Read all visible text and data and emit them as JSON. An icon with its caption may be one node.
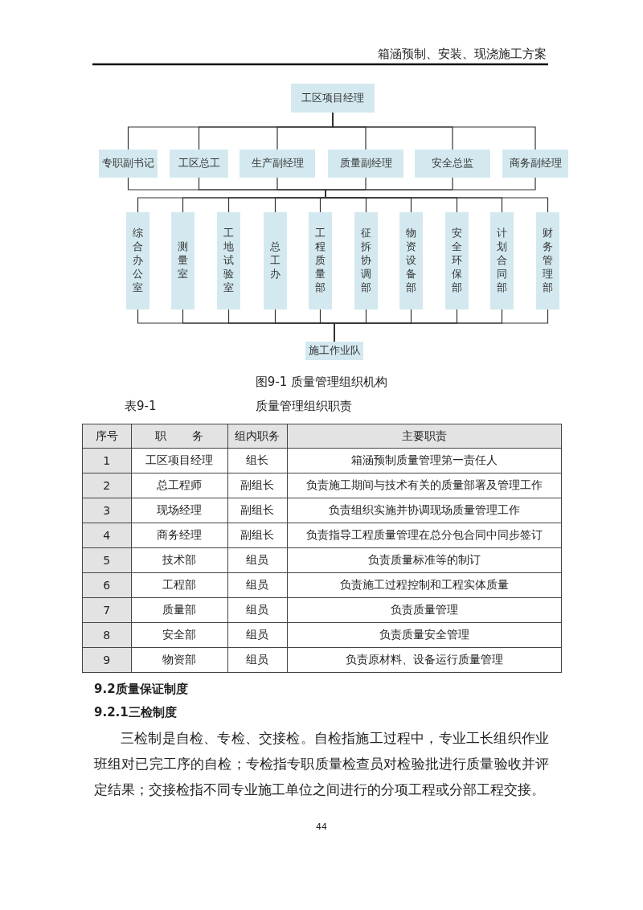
{
  "diagram": {
    "caption": "图9-1 质量管理组织机构",
    "nodes": [
      {
        "text": [
          "工区项目经理"
        ]
      },
      {
        "text": [
          "专职副书记"
        ]
      },
      {
        "text": [
          "工区总工"
        ]
      },
      {
        "text": [
          "生产副经理"
        ]
      },
      {
        "text": [
          "质量副经理"
        ]
      },
      {
        "text": [
          "安全总监"
        ]
      },
      {
        "text": [
          "商务副经理"
        ]
      },
      {
        "text": [],
        "shape": "bar"
      },
      {
        "text": [
          "综合办公室"
        ]
      },
      {
        "text": [
          "测量室"
        ]
      },
      {
        "text": [
          "工地试验室"
        ]
      },
      {
        "text": [
          "总工办"
        ]
      },
      {
        "text": [
          "工程质量部"
        ]
      },
      {
        "text": [
          "征拆协调部"
        ]
      },
      {
        "text": [
          "物资设备部"
        ]
      },
      {
        "text": [
          "安全环保部"
        ]
      },
      {
        "text": [
          "计划合同部"
        ]
      },
      {
        "text": [
          "财务管理部"
        ]
      },
      {
        "text": [
          "施工作业队"
        ]
      }
    ],
    "edges": [
      {
        "from": 0,
        "to": 1,
        "arrow": "none"
      },
      {
        "from": 0,
        "to": 2,
        "arrow": "none"
      },
      {
        "from": 0,
        "to": 3,
        "arrow": "none"
      },
      {
        "from": 0,
        "to": 4,
        "arrow": "none"
      },
      {
        "from": 0,
        "to": 5,
        "arrow": "none"
      },
      {
        "from": 0,
        "to": 6,
        "arrow": "none"
      },
      {
        "from": 1,
        "to": 7,
        "arrow": "none"
      },
      {
        "from": 2,
        "to": 7,
        "arrow": "none"
      },
      {
        "from": 3,
        "to": 7,
        "arrow": "none"
      },
      {
        "from": 4,
        "to": 7,
        "arrow": "none"
      },
      {
        "from": 5,
        "to": 7,
        "arrow": "none"
      },
      {
        "from": 6,
        "to": 7,
        "arrow": "none"
      },
      {
        "from": 7,
        "to": 8,
        "arrow": "none"
      },
      {
        "from": 7,
        "to": 9,
        "arrow": "none"
      },
      {
        "from": 7,
        "to": 10,
        "arrow": "none"
      },
      {
        "from": 7,
        "to": 11,
        "arrow": "none"
      },
      {
        "from": 7,
        "to": 12,
        "arrow": "none"
      },
      {
        "from": 7,
        "to": 13,
        "arrow": "none"
      },
      {
        "from": 7,
        "to": 14,
        "arrow": "none"
      },
      {
        "from": 7,
        "to": 15,
        "arrow": "none"
      },
      {
        "from": 7,
        "to": 16,
        "arrow": "none"
      },
      {
        "from": 7,
        "to": 17,
        "arrow": "none"
      },
      {
        "from": 8,
        "to": 18,
        "arrow": "none"
      },
      {
        "from": 9,
        "to": 18,
        "arrow": "none"
      },
      {
        "from": 10,
        "to": 18,
        "arrow": "none"
      },
      {
        "from": 11,
        "to": 18,
        "arrow": "none"
      },
      {
        "from": 12,
        "to": 18,
        "arrow": "none"
      },
      {
        "from": 13,
        "to": 18,
        "arrow": "none"
      },
      {
        "from": 14,
        "to": 18,
        "arrow": "none"
      },
      {
        "from": 15,
        "to": 18,
        "arrow": "none"
      },
      {
        "from": 16,
        "to": 18,
        "arrow": "none"
      },
      {
        "from": 17,
        "to": 18,
        "arrow": "none"
      }
    ],
    "labels": [
      "箱涵预制、安装、现浇施工方案",
      "表9-1",
      "质量管理组织职责",
      "序号",
      "职 务",
      "组内职务",
      "主要职责",
      "1",
      "工区项目经理",
      "组长",
      "箱涵预制质量管理第一责任人",
      "2",
      "总工程师",
      "副组长",
      "负责施工期间与技术有关的质量部署及管理工作",
      "3",
      "现场经理",
      "副组长",
      "负责组织实施并协调现场质量管理工作",
      "4",
      "商务经理",
      "副组长",
      "负责指导工程质量管理在总分包合同中同步签订",
      "5",
      "技术部",
      "组员",
      "负责质量标准等的制订",
      "6",
      "工程部",
      "组员",
      "负责施工过程控制和工程实体质量",
      "7",
      "质量部",
      "组员",
      "负责质量管理",
      "8",
      "安全部",
      "组员",
      "负责质量安全管理",
      "9",
      "物资部",
      "组员",
      "负责原材料、设备运行质量管理",
      "9.2质量保证制度",
      "9.2.1三检制度",
      "三检制是自检、专检、交接检。自检指施工过程中，专业工长组织作业班组对已完工序的自检；专检指专职质量检查员对检验批进行质量验收并评定结果；交接检指不同专业施工单位之间进行的分项工程或分部工程交接。",
      "44"
    ]
  }
}
